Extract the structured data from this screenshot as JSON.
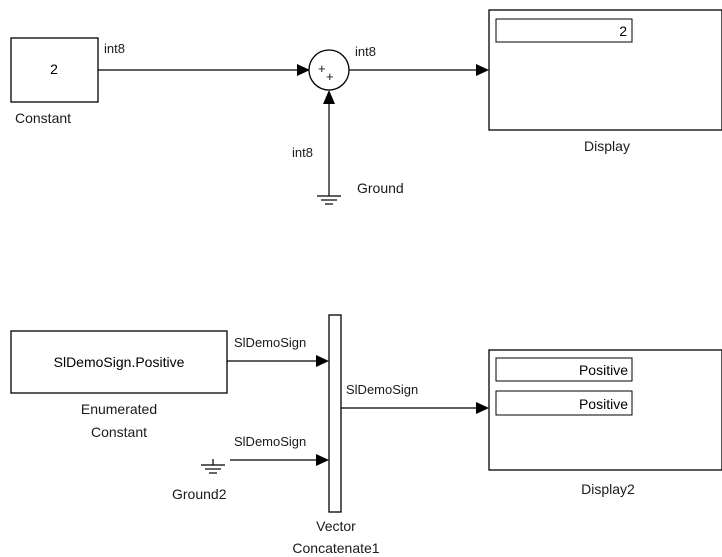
{
  "top": {
    "constant": {
      "value": "2",
      "label": "Constant"
    },
    "sum": {
      "signs": [
        "+",
        "+"
      ]
    },
    "display": {
      "value": "2",
      "label": "Display"
    },
    "ground": {
      "label": "Ground"
    },
    "signals": {
      "constant_out": "int8",
      "ground_out": "int8",
      "sum_out": "int8"
    }
  },
  "bottom": {
    "enum_constant": {
      "value": "SlDemoSign.Positive",
      "label_line1": "Enumerated",
      "label_line2": "Constant"
    },
    "ground2": {
      "label": "Ground2"
    },
    "vector_concat": {
      "label_line1": "Vector",
      "label_line2": "Concatenate1"
    },
    "display2": {
      "values": [
        "Positive",
        "Positive"
      ],
      "label": "Display2"
    },
    "signals": {
      "enum_out": "SlDemoSign",
      "ground2_out": "SlDemoSign",
      "concat_out": "SlDemoSign"
    }
  }
}
